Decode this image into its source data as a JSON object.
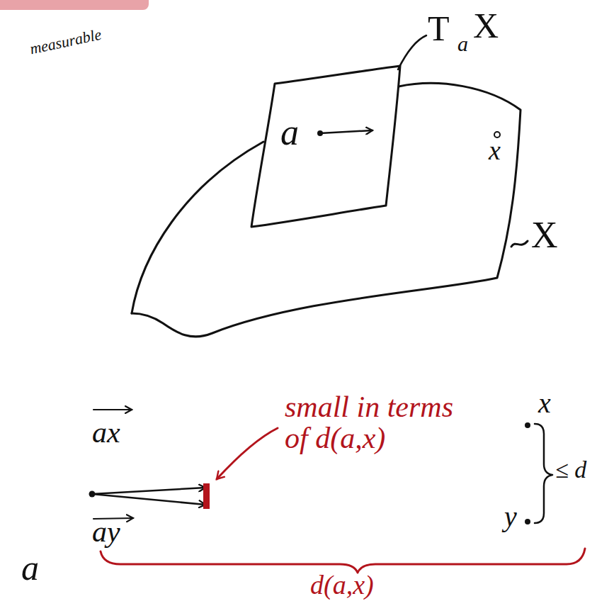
{
  "diagram": {
    "labels": [
      "measurable",
      "T",
      "a",
      "X",
      "a",
      "x",
      "X",
      "x",
      "y",
      "≤ d",
      "ax",
      "ay",
      "a",
      "small in terms of d(a,x)",
      "d(a,x)"
    ]
  }
}
